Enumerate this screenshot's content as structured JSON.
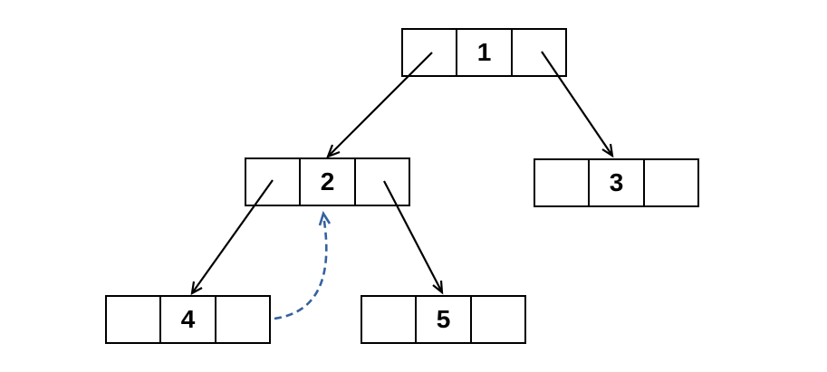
{
  "canvas": {
    "background": "#ffffff"
  },
  "colors": {
    "node_border": "#000000",
    "edge": "#000000",
    "thread": "#35619f",
    "value_text": "#000000"
  },
  "nodes": [
    {
      "id": "1",
      "value": "1"
    },
    {
      "id": "2",
      "value": "2"
    },
    {
      "id": "3",
      "value": "3"
    },
    {
      "id": "4",
      "value": "4"
    },
    {
      "id": "5",
      "value": "5"
    }
  ],
  "edges": [
    {
      "from": "1",
      "to": "2",
      "relation": "left-child",
      "style": "solid-black-arrow"
    },
    {
      "from": "1",
      "to": "3",
      "relation": "right-child",
      "style": "solid-black-arrow"
    },
    {
      "from": "2",
      "to": "4",
      "relation": "left-child",
      "style": "solid-black-arrow"
    },
    {
      "from": "2",
      "to": "5",
      "relation": "right-child",
      "style": "solid-black-arrow"
    },
    {
      "from": "4",
      "to": "2",
      "relation": "thread-back-pointer",
      "style": "dashed-blue-curved-arrow"
    }
  ]
}
